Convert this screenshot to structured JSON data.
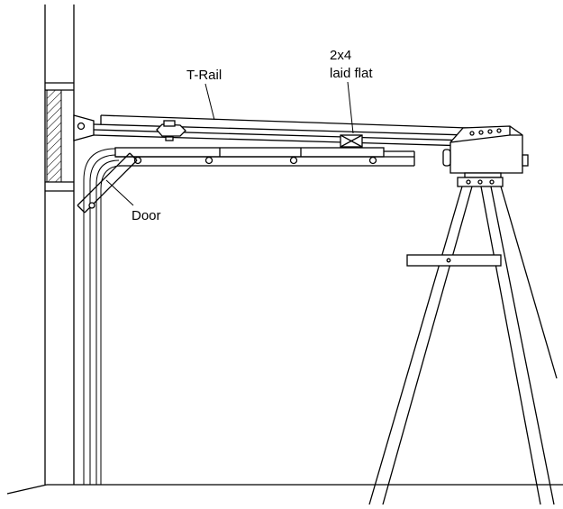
{
  "labels": {
    "t_rail": "T-Rail",
    "board_line1": "2x4",
    "board_line2": "laid flat",
    "door": "Door"
  }
}
